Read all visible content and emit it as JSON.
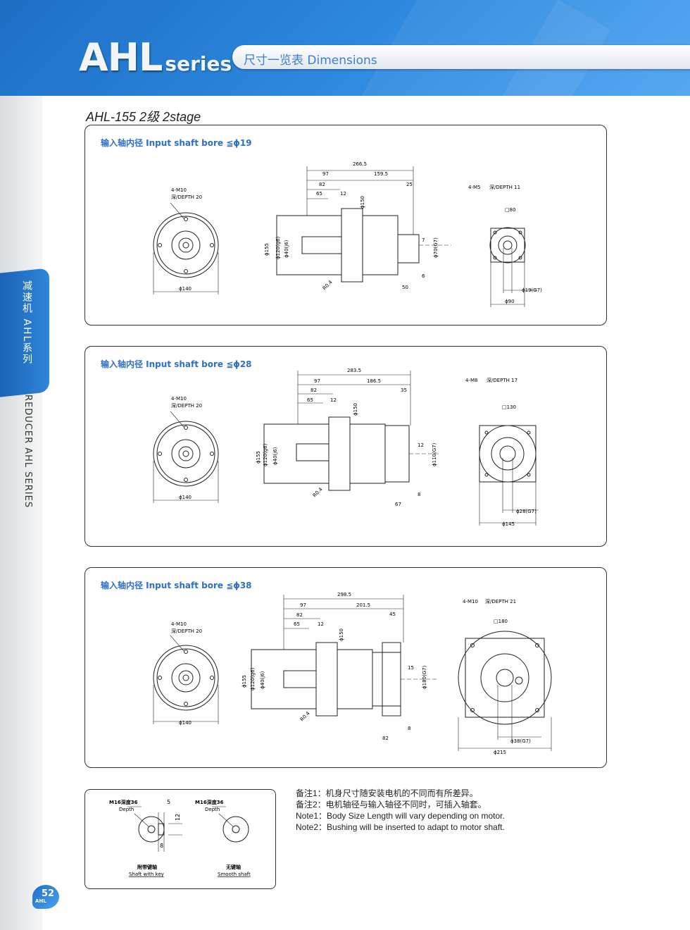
{
  "header": {
    "brand_main": "AHL",
    "brand_series": "series",
    "subtitle": "尺寸一览表 Dimensions"
  },
  "side": {
    "cn": "减速机 AHL系列",
    "en": "REDUCER AHL SERIES"
  },
  "model_title": "AHL-155  2级  2stage",
  "panels": [
    {
      "title": "输入轴内径  Input shaft bore  ≦ϕ19",
      "front": {
        "thread": "4-M10",
        "depth": "深/DEPTH  20",
        "dia": "ϕ140"
      },
      "side": {
        "total": "266.5",
        "a": "97",
        "b": "159.5",
        "c": "82",
        "d": "65",
        "e": "12",
        "f": "25",
        "d150": "ϕ150",
        "d155": "ϕ155",
        "d120": "ϕ120(g6)",
        "d40": "ϕ40(j6)",
        "dm": "ϕ70(G7)",
        "key": "7",
        "s6": "6",
        "s50": "50",
        "r": "R0.4"
      },
      "rear": {
        "thread": "4-M5",
        "depth": "深/DEPTH  11",
        "square": "□80",
        "bore": "ϕ19(G7)",
        "pcd": "ϕ90"
      }
    },
    {
      "title": "输入轴内径  Input shaft bore  ≦ϕ28",
      "front": {
        "thread": "4-M10",
        "depth": "深/DEPTH  20",
        "dia": "ϕ140"
      },
      "side": {
        "total": "283.5",
        "a": "97",
        "b": "186.5",
        "c": "82",
        "d": "65",
        "e": "12",
        "f": "35",
        "d150": "ϕ150",
        "d155": "ϕ155",
        "d120": "ϕ120(g6)",
        "d40": "ϕ40(j6)",
        "dm": "ϕ110(G7)",
        "key": "12",
        "s6": "8",
        "s50": "67",
        "r": "R0.4"
      },
      "rear": {
        "thread": "4-M8",
        "depth": "深/DEPTH  17",
        "square": "□130",
        "bore": "ϕ28(G7)",
        "pcd": "ϕ145"
      }
    },
    {
      "title": "输入轴内径  Input shaft bore  ≦ϕ38",
      "front": {
        "thread": "4-M10",
        "depth": "深/DEPTH  20",
        "dia": "ϕ140"
      },
      "side": {
        "total": "298.5",
        "a": "97",
        "b": "201.5",
        "c": "82",
        "d": "65",
        "e": "12",
        "f": "45",
        "d150": "ϕ150",
        "d155": "ϕ155",
        "d120": "ϕ120(g6)",
        "d40": "ϕ40(j6)",
        "dm": "ϕ180(G7)",
        "key": "15",
        "s6": "8",
        "s50": "82",
        "r": "R0.4"
      },
      "rear": {
        "thread": "4-M10",
        "depth": "深/DEPTH  21",
        "square": "□180",
        "bore": "ϕ38(G7)",
        "pcd": "ϕ215"
      }
    }
  ],
  "shaft_box": {
    "left_label": "M16深度36",
    "left_depth": "Depth",
    "right_label": "M16深度36",
    "right_depth": "Depth",
    "dim5": "5",
    "dim12": "12",
    "dim8": "8",
    "key_cn": "附带键轴",
    "key_en": "Shaft with key",
    "smooth_cn": "无键轴",
    "smooth_en": "Smooth shaft"
  },
  "notes": [
    "备注1：机身尺寸随安装电机的不同而有所差异。",
    "备注2：电机轴径与输入轴径不同时，可插入轴套。",
    "Note1：Body Size Length will vary depending on motor.",
    "Note2：Bushing will be inserted to adapt to motor shaft."
  ],
  "page": {
    "number": "52",
    "tag": "AHL"
  }
}
